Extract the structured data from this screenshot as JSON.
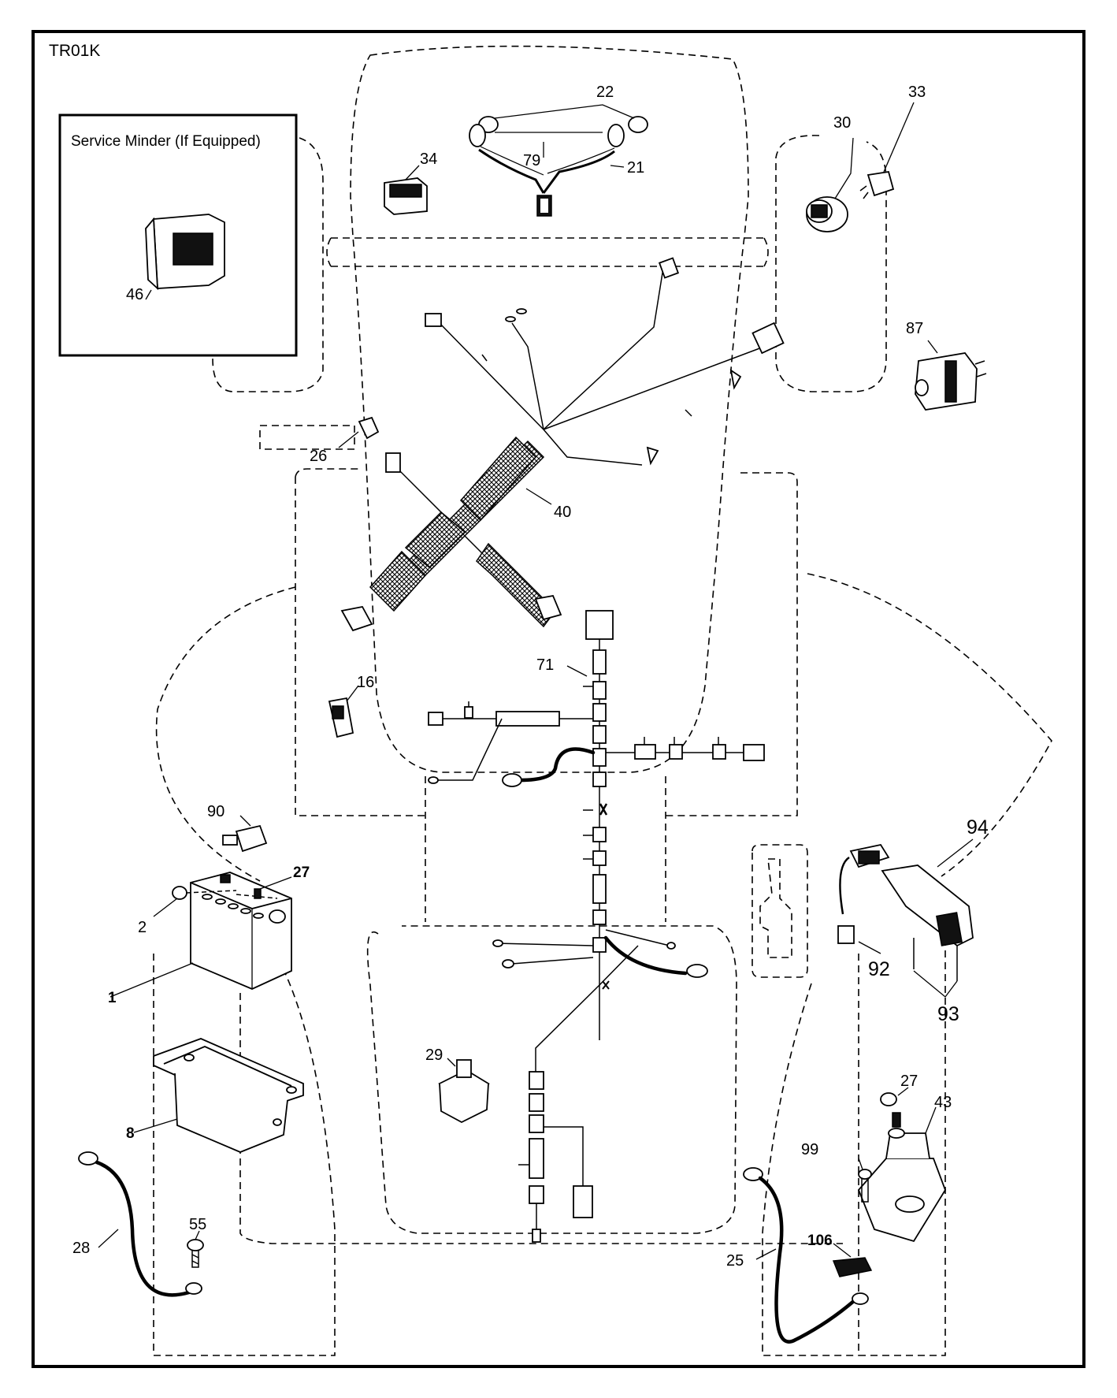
{
  "diagram_code": "TR01K",
  "inset": {
    "title": "Service Minder (If Equipped)"
  },
  "callouts": {
    "c1": "1",
    "c2": "2",
    "c8": "8",
    "c16": "16",
    "c21": "21",
    "c22": "22",
    "c25": "25",
    "c26": "26",
    "c27a": "27",
    "c27b": "27",
    "c28": "28",
    "c29": "29",
    "c30": "30",
    "c33": "33",
    "c34": "34",
    "c40": "40",
    "c43": "43",
    "c46": "46",
    "c55": "55",
    "c71": "71",
    "c79": "79",
    "c87": "87",
    "c90": "90",
    "c92": "92",
    "c93": "93",
    "c94": "94",
    "c99": "99",
    "c106": "106"
  }
}
